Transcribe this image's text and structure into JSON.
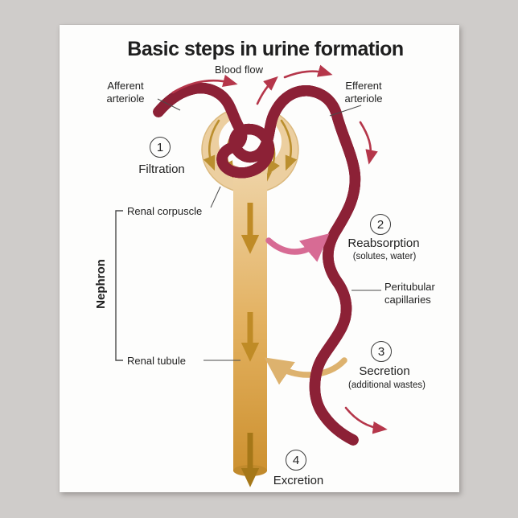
{
  "title": "Basic steps in urine formation",
  "labels": {
    "blood_flow": "Blood flow",
    "afferent_line1": "Afferent",
    "afferent_line2": "arteriole",
    "efferent_line1": "Efferent",
    "efferent_line2": "arteriole",
    "renal_corpuscle": "Renal corpuscle",
    "renal_tubule": "Renal tubule",
    "nephron_bracket": "Nephron",
    "peritubular_line1": "Peritubular",
    "peritubular_line2": "capillaries"
  },
  "steps": [
    {
      "number": "1",
      "name": "Filtration",
      "detail": ""
    },
    {
      "number": "2",
      "name": "Reabsorption",
      "detail": "(solutes, water)"
    },
    {
      "number": "3",
      "name": "Secretion",
      "detail": "(additional wastes)"
    },
    {
      "number": "4",
      "name": "Excretion",
      "detail": ""
    }
  ],
  "colors": {
    "vessel_main": "#bb3a4e",
    "vessel_dark": "#8c2136",
    "vessel_light": "#cd5768",
    "capsule_fill": "#eccfa0",
    "capsule_edge": "#dbb97e",
    "gold_arrow": "#bb8f2e",
    "tubule_top": "#eed2a4",
    "tubule_bottom": "#cd9130",
    "tubule_arrow": "#bf8b26",
    "tubule_arrow_dark": "#a57718",
    "reabsorption_arrow": "#d76b94",
    "secretion_arrow": "#ddb26e",
    "text": "#1f1f1f"
  }
}
